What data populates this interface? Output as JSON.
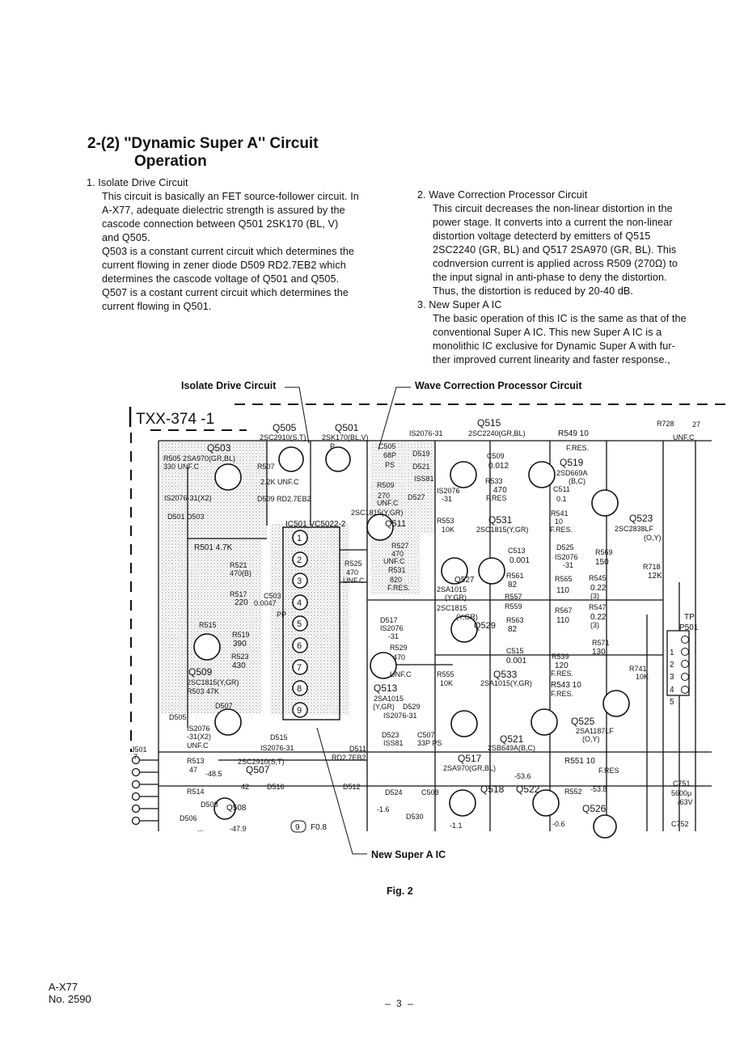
{
  "section": {
    "title_line1": "2-(2) ''Dynamic Super A'' Circuit",
    "title_line2": "Operation"
  },
  "left_column": {
    "item1_heading": "1. Isolate Drive Circuit",
    "item1_lines": [
      "This circuit is basically an FET source-follower circuit. In",
      "A-X77, adequate dielectric strength is assured by the",
      "cascode connection between Q501 2SK170 (BL, V)",
      "and Q505.",
      "Q503 is a constant current circuit which determines the",
      "current flowing in zener diode D509 RD2.7EB2 which",
      "determines the cascode voltage of Q501 and Q505.",
      "Q507 is a costant current circuit which determines the",
      "current flowing in Q501."
    ]
  },
  "right_column": {
    "item2_heading": "2. Wave Correction Processor Circuit",
    "item2_lines": [
      "This circuit decreases the non-linear distortion in the",
      "power stage. It converts into a current the non-linear",
      "distortion voltage detecterd by emitters of Q515",
      "2SC2240 (GR, BL) and Q517 2SA970 (GR, BL). This",
      "codnversion current is applied across R509 (270Ω) to",
      "the input signal in anti-phase to deny the distortion.",
      "Thus, the distortion is reduced by 20-40 dB."
    ],
    "item3_heading": "3. New Super A IC",
    "item3_lines": [
      "The basic operation of this IC is the same as that of the",
      "conventional Super A IC. This new Super A IC is a",
      "monolithic IC exclusive for Dynamic Super A with fur-",
      "ther improved current linearity and faster response.,"
    ]
  },
  "callouts": {
    "isolate": "Isolate Drive Circuit",
    "wave": "Wave Correction Processor Circuit",
    "newic": "New Super A IC"
  },
  "figure": {
    "caption": "Fig. 2",
    "board": "TXX-374 -1",
    "ic_pins": [
      "1",
      "2",
      "3",
      "4",
      "5",
      "6",
      "7",
      "8",
      "9"
    ],
    "tp_pins": [
      "1",
      "2",
      "3",
      "4",
      "5"
    ],
    "labels": {
      "ic501": "IC501 VC5022-2",
      "q505": "Q505",
      "q505p": "2SC2910(S,T)",
      "q501": "Q501",
      "q501p": "2SK170(BL,V)",
      "q503": "Q503",
      "r505": "R505 2SA970(GR,BL)",
      "r505v": "330 UNF.C",
      "r507": "R507",
      "r507v": "2.2K UNF.C",
      "d509": "D509 RD2.7EB2",
      "diodes": "IS2076-31(X2)",
      "d501": "D501 D503",
      "r501": "R501 4.7K",
      "r521": "R521",
      "r521v": "470(B)",
      "r517": "R517",
      "r517v": "220",
      "c503": "C503",
      "c503v": "0.0047",
      "pp": "PP",
      "r515": "R515",
      "r519": "R519",
      "r519v": "390",
      "r523": "R523",
      "r523v": "430",
      "q509": "Q509",
      "q509p": "2SC1815(Y,GR)",
      "r503": "R503 47K",
      "d507": "D507",
      "d505": "D505",
      "d505p": "IS2076",
      "d505q": "-31(X2)",
      "unfc": "UNF.C",
      "r513": "R513",
      "r513v": "47",
      "d515": "D515",
      "d515p": "IS2076-31",
      "q507p": "2SC2910(S,T)",
      "q507": "Q507",
      "v485": "-48.5",
      "v42": "42",
      "d516": "D516",
      "r514": "R514",
      "d508": "D508",
      "q508": "Q508",
      "d506": "D506",
      "v479": "-47.9",
      "j501": "J501",
      "j501v": "7",
      "d511": "D511",
      "d511p": "RD2.7EB2",
      "d512": "D512",
      "pin9": "9",
      "f08": "F0.8",
      "q515": "Q515",
      "q515p": "2SC2240(GR,BL)",
      "is2076a": "IS2076-31",
      "c505": "C505",
      "c505v": "68P",
      "ps": "PS",
      "d519": "D519",
      "d521": "D521",
      "iss81": "ISS81",
      "r509": "R509",
      "r509v": "270",
      "unfc2": "UNF.C",
      "d527": "D527",
      "d527p": "IS2076",
      "d527q": "-31",
      "q511p": "2SC1815(Y,GR)",
      "q511": "Q511",
      "r527": "R527",
      "r527v": "470",
      "unfc3": "UNF.C",
      "r525": "R525",
      "r525v": "470",
      "unfc4": "UNF.C",
      "r531": "R531",
      "r531v": "820",
      "fres": "F.RES.",
      "d517": "D517",
      "d517p": "IS2076",
      "d517q": "-31",
      "r529": "R529",
      "r529v": "470",
      "unfc5": "UNF.C",
      "q513": "Q513",
      "q513p": "2SA1015",
      "q513q": "(Y,GR)",
      "d529": "D529",
      "d529p": "IS2076-31",
      "d523": "D523",
      "iss81b": "ISS81",
      "c507": "C507",
      "c507v": "33P PS",
      "q517": "Q517",
      "q517p": "2SA970(GR,BL)",
      "d524": "D524",
      "c508": "C508",
      "d530": "D530",
      "v16": "-1.6",
      "v11": "-1.1",
      "v536": "-53.6",
      "q518": "Q518",
      "q522": "Q522",
      "v06": "-0.6",
      "c509": "C509",
      "c509v": "0.012",
      "r533": "R533",
      "r533v": "470",
      "fres2": "F.RES",
      "r553": "R553",
      "r553v": "10K",
      "q531": "Q531",
      "q531p": "2SC1815(Y,GR)",
      "q527": "Q527",
      "q527p": "2SA1015",
      "q527q": "(Y,GR)",
      "c513": "C513",
      "c513v": "0.001",
      "r561": "R561",
      "r561v": "82",
      "r557": "R557",
      "q529p": "2SC1815",
      "q529q": "(Y,GR)",
      "q529": "Q529",
      "r559": "R559",
      "r563": "R563",
      "r563v": "82",
      "c515": "C515",
      "c515v": "0.001",
      "r555": "R555",
      "r555v": "10K",
      "q533": "Q533",
      "q533p": "2SA1015(Y,GR)",
      "q521": "Q521",
      "q521p": "2SB649A(B,C)",
      "r549": "R549 10",
      "fres3": "F.RES.",
      "q519": "Q519",
      "q519p": "2SD669A",
      "q519q": "(B,C)",
      "c511": "C511",
      "c511v": "0.1",
      "r541": "R541",
      "r541v": "10",
      "fres4": "F.RES.",
      "d525": "D525",
      "d525p": "IS2076",
      "d525q": "-31",
      "r569": "R569",
      "r569v": "150",
      "r565": "R565",
      "r565v": "110",
      "r545": "R545",
      "r545v": "0.22",
      "r545w": "(3)",
      "r567": "R567",
      "r567v": "110",
      "r547": "R547",
      "r547v": "0.22",
      "r547w": "(3)",
      "r571": "R571",
      "r571v": "130",
      "r539": "R539",
      "r539v": "120",
      "fres5": "F.RES.",
      "r543": "R543 10",
      "fres6": "F.RES.",
      "q523": "Q523",
      "q523p": "2SC2838LF",
      "q523q": "(O,Y)",
      "q525": "Q525",
      "q525p": "2SA1187LF",
      "q525q": "(O,Y)",
      "r551": "R551 10",
      "fres7": "F.RES",
      "r552": "R552",
      "v538": "-53.8",
      "q526": "Q526",
      "r728": "R728",
      "r728v": "27",
      "unfc6": "UNF.C",
      "r718": "R718",
      "r718v": "12K",
      "r741": "R741",
      "r741v": "10K",
      "tp": "TP",
      "p501": "P501",
      "c751": "C751",
      "c751v": "5600μ",
      "c751w": "/63V",
      "c752": "C752",
      "dots": "...",
      "p": "P"
    }
  },
  "footer": {
    "model": "A-X77",
    "number": "No. 2590",
    "page": "– 3 –"
  }
}
